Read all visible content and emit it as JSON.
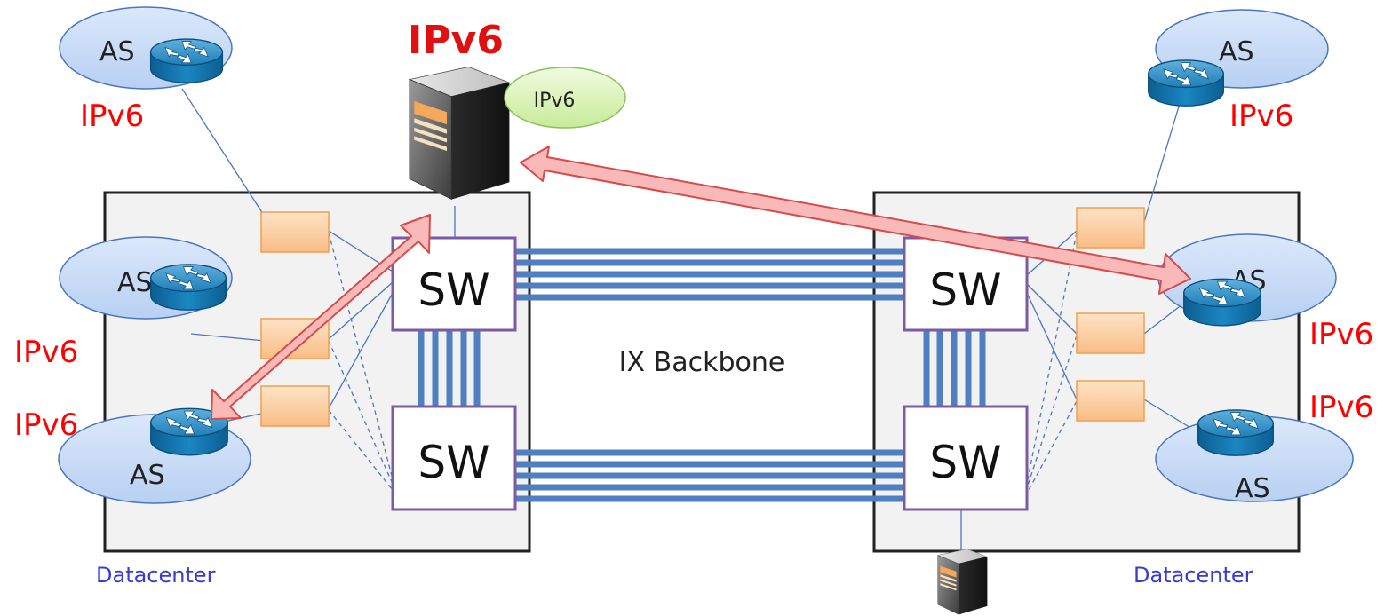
{
  "labels": {
    "title_ipv6": "IPv6",
    "server_badge": "IPv6",
    "backbone": "IX Backbone",
    "datacenter_left": "Datacenter",
    "datacenter_right": "Datacenter",
    "sw": "SW",
    "as": "AS",
    "ipv6": "IPv6"
  },
  "colors": {
    "ipv6_red": "#ff0000",
    "title_red": "#e01010",
    "datacenter_blue": "#3b3bd0",
    "as_fill": "#c9dcf6",
    "as_stroke": "#4a76c0",
    "link_blue": "#4a76c0",
    "trunk_blue": "#4f7fc0",
    "sw_border": "#7b5aa6",
    "port_fill": "#fcd2a8",
    "port_stroke": "#f0a050",
    "arrow_fill": "#f9b9b9",
    "arrow_stroke": "#d84a4a",
    "badge_fill": "#d9f2b4",
    "badge_stroke": "#8cc060",
    "datacenter_fill": "#f2f2f2"
  },
  "icons": [
    "router-icon",
    "server-icon"
  ]
}
